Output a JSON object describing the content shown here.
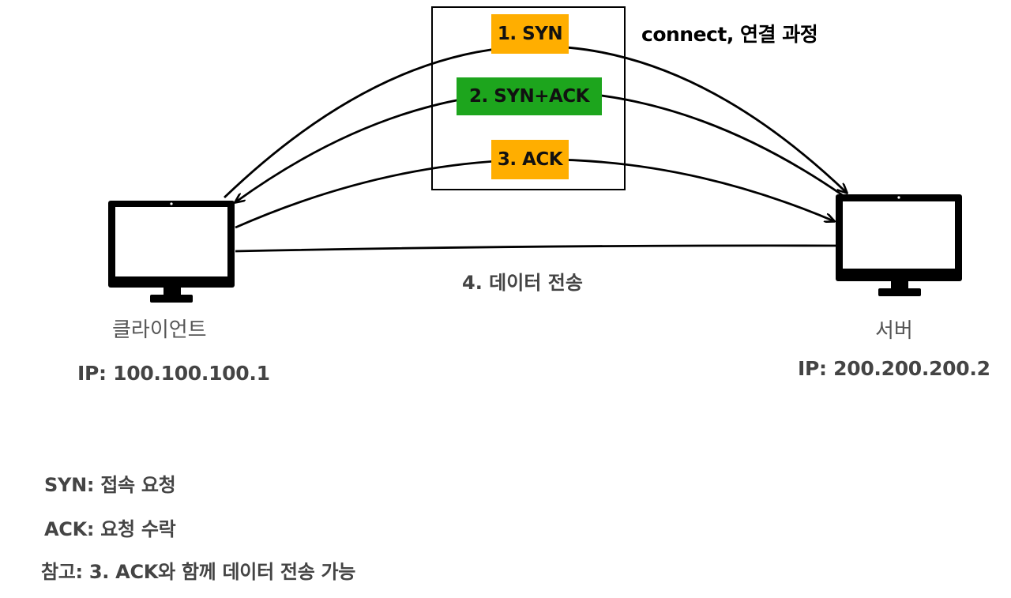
{
  "steps": [
    {
      "label": "1. SYN",
      "color": "#FFAE00"
    },
    {
      "label": "2. SYN+ACK",
      "color": "#1DA51D"
    },
    {
      "label": "3. ACK",
      "color": "#FFAE00"
    }
  ],
  "caption": "connect, 연결 과정",
  "data_transfer_label": "4. 데이터 전송",
  "client": {
    "name": "클라이언트",
    "ip": "IP: 100.100.100.1"
  },
  "server": {
    "name": "서버",
    "ip": "IP: 200.200.200.2"
  },
  "notes": [
    "SYN: 접속 요청",
    "ACK: 요청 수락",
    "참고: 3. ACK와 함께 데이터 전송 가능"
  ],
  "icons": {
    "client": "computer-monitor-icon",
    "server": "computer-monitor-icon"
  }
}
